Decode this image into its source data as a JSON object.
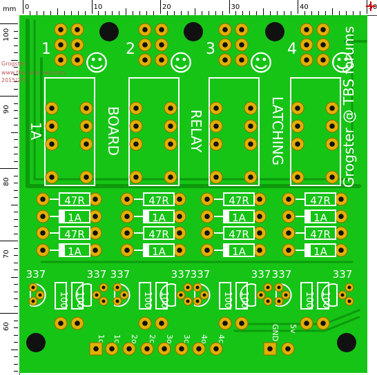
{
  "ruler": {
    "units": "mm",
    "h_labels": [
      "0",
      "10",
      "20",
      "30",
      "40",
      "50"
    ],
    "v_labels": [
      "100",
      "90",
      "80",
      "70",
      "60"
    ]
  },
  "watermark": {
    "line1": "Grogster",
    "line2": "www.thebackshed.com",
    "line3": "2015/2/7"
  },
  "channels": [
    {
      "number": "1",
      "smiley": "☺",
      "label": "BOARD"
    },
    {
      "number": "2",
      "smiley": "☺",
      "label": "RELAY"
    },
    {
      "number": "3",
      "smiley": "☺",
      "label": "LATCHING"
    },
    {
      "number": "4",
      "smiley": "☺",
      "label": ""
    }
  ],
  "side_label_left": "1A",
  "side_label_right": "Grogster @ TBS forums",
  "resistor_label": "47R",
  "fuse_label": "1A",
  "transistor_label": "337",
  "base_resistor_label": "100",
  "header_pins": [
    "1o",
    "1c",
    "2o",
    "2c",
    "3o",
    "3c",
    "4o",
    "4c"
  ],
  "power_pins": [
    "GND",
    "5v"
  ],
  "colors": {
    "board": "#16c416",
    "pad": "#e0b000",
    "silk": "#ffffff",
    "hole": "#111111"
  }
}
